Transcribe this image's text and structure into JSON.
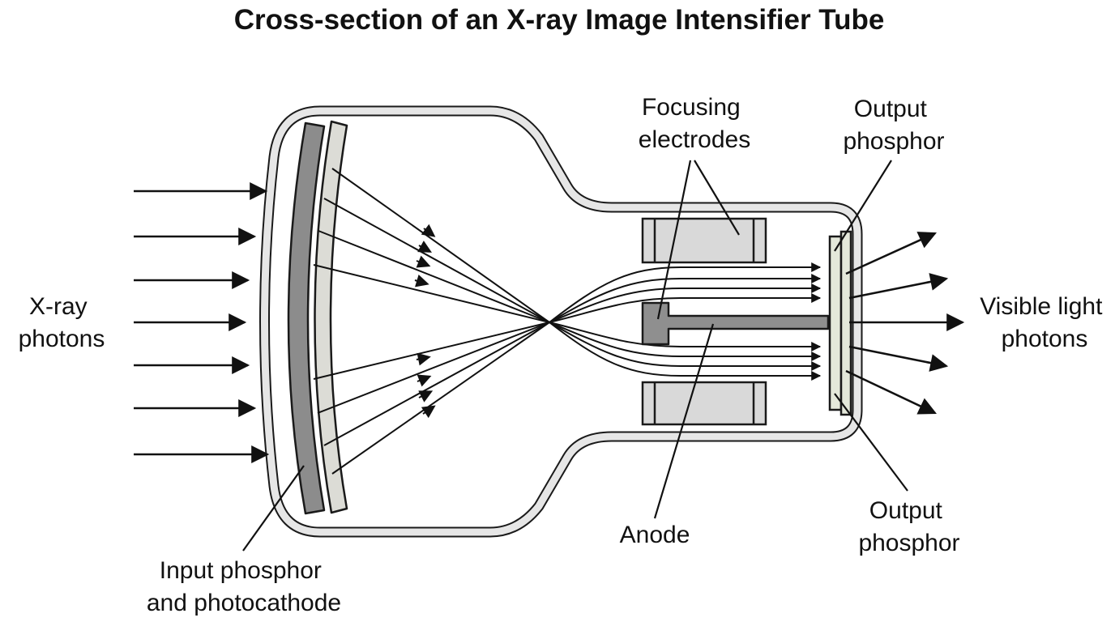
{
  "title": "Cross-section of an X-ray Image Intensifier Tube",
  "labels": {
    "xray_photons": [
      "X-ray",
      "photons"
    ],
    "focusing_electrodes": [
      "Focusing",
      "electrodes"
    ],
    "output_phosphor_top": [
      "Output",
      "phosphor"
    ],
    "visible_light_photons": [
      "Visible light",
      "photons"
    ],
    "anode": "Anode",
    "output_phosphor_bottom": [
      "Output",
      "phosphor"
    ],
    "input_phosphor": [
      "Input phosphor",
      "and photocathode"
    ]
  },
  "colors": {
    "line": "#111111",
    "tube_wall_fill": "#e6e6e6",
    "input_phosphor": "#8c8c8c",
    "photocathode": "#dcdcd6",
    "electrode": "#d9d9d9",
    "anode": "#8f8f8f",
    "output_screen": "#e4e8da"
  }
}
